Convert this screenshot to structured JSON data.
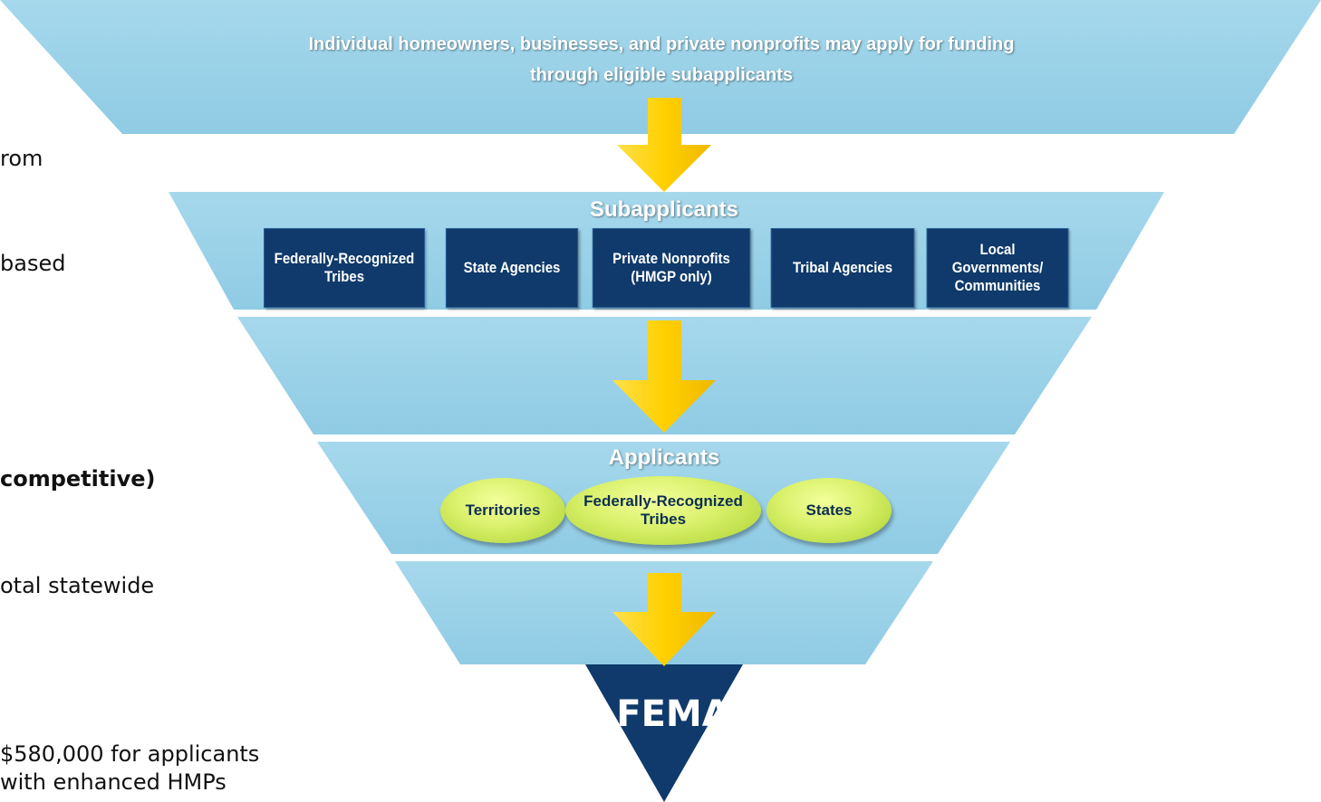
{
  "left_text": [
    "rom",
    "based",
    "competitive)",
    "otal statewide",
    "$580,000 for applicants",
    "with enhanced HMPs"
  ],
  "diagram": {
    "top_text_line1": "Individual homeowners, businesses, and private nonprofits may apply for funding",
    "top_text_line2": "through eligible subapplicants",
    "subapplicants_title": "Subapplicants",
    "subapplicants": [
      [
        "Federally-Recognized",
        "Tribes"
      ],
      [
        "State Agencies"
      ],
      [
        "Private Nonprofits",
        "(HMGP only)"
      ],
      [
        "Tribal Agencies"
      ],
      [
        "Local",
        "Governments/",
        "Communities"
      ]
    ],
    "applicants_title": "Applicants",
    "applicants": [
      [
        "Territories"
      ],
      [
        "Federally-Recognized",
        "Tribes"
      ],
      [
        "States"
      ]
    ],
    "bottom_label": "FEMA"
  },
  "colors": {
    "band": "#97d1e8",
    "box": "#0f3a6b",
    "oval": "#d9f06a",
    "arrow": "#ffd21a",
    "fema": "#0f3a6b"
  }
}
